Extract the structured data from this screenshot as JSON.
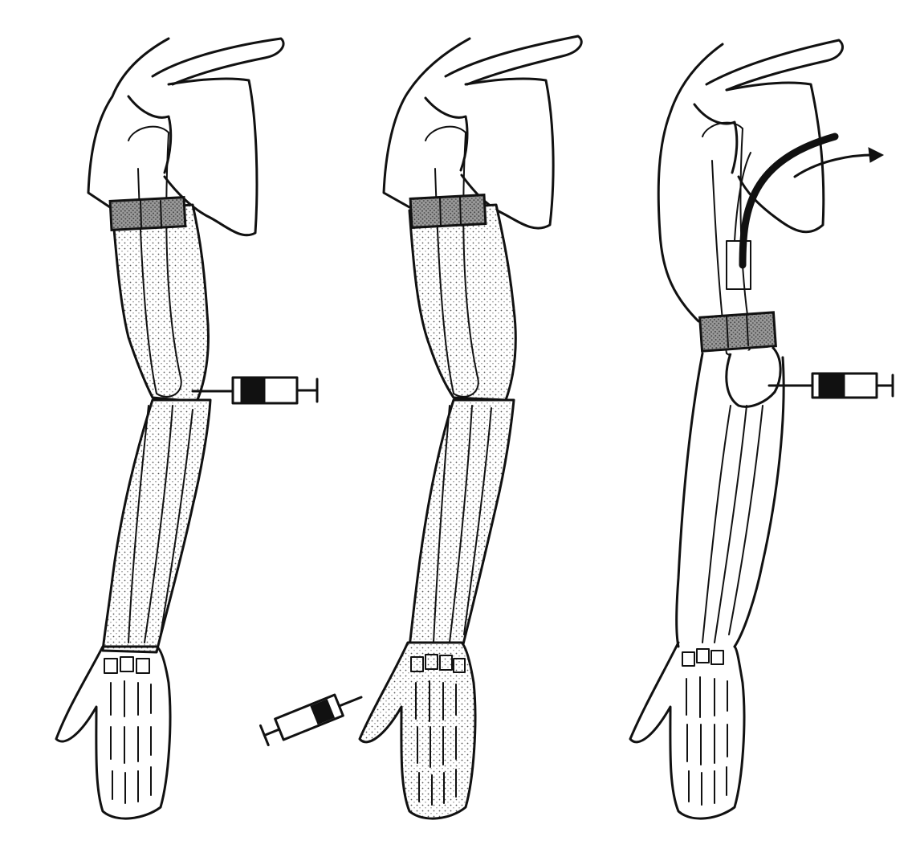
{
  "figure": {
    "panels": [
      {
        "id": "panel-1",
        "name": "arm-tourniquet-elbow-injection"
      },
      {
        "id": "panel-2",
        "name": "arm-tourniquet-hand-injection"
      },
      {
        "id": "panel-3",
        "name": "arm-tourniquet-cannula-drainage"
      }
    ],
    "colors": {
      "ink": "#111111",
      "background": "#ffffff"
    },
    "icons": [
      "syringe-icon",
      "tourniquet-band",
      "drainage-cannula",
      "flow-arrow-icon"
    ]
  }
}
